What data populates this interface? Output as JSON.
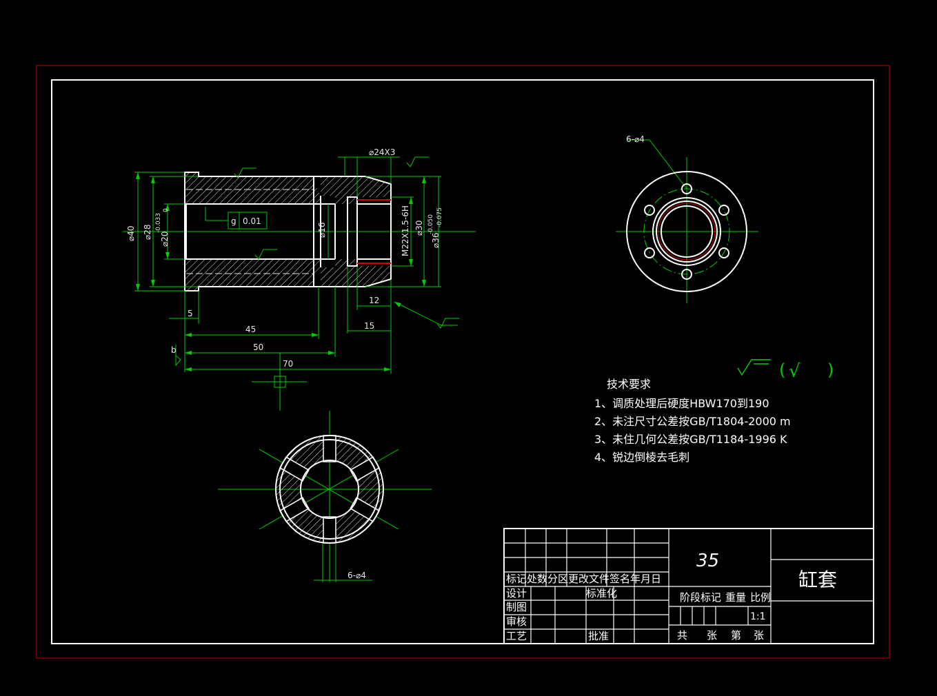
{
  "dimensions": {
    "d40": "⌀40",
    "d28": "⌀28",
    "d20": "⌀20",
    "d20_tol_upper": "-0.033",
    "d20_tol_lower": "0",
    "d16": "⌀16",
    "thread": "M22X1.5-6H",
    "d30": "⌀30",
    "d36": "⌀36",
    "d36_tol_upper": "-0.050",
    "d36_tol_lower": "-0.075",
    "chamfer": "⌀24X3",
    "len_5": "5",
    "len_45": "45",
    "len_50": "50",
    "len_70": "70",
    "len_12": "12",
    "len_15": "15",
    "tolerance_sym": "g",
    "tolerance_val": "0.01",
    "datum": "b",
    "holes_top": "6-⌀4",
    "holes_bottom": "6-⌀4"
  },
  "surface_note": {
    "symbol_paren_open": "(",
    "symbol_check": "√",
    "symbol_paren_close": ")"
  },
  "requirements": {
    "title": "技术要求",
    "items": [
      "1、调质处理后硬度HBW170到190",
      "2、未注尺寸公差按GB/T1804-2000 m",
      "3、未住几何公差按GB/T1184-1996 K",
      "4、锐边倒棱去毛刺"
    ]
  },
  "title_block": {
    "material": "35",
    "part_name": "缸套",
    "header_row": "标记处数分区更改文件签名年月日",
    "design": "设计",
    "standardize": "标准化",
    "draw": "制图",
    "review": "审核",
    "process": "工艺",
    "approve": "批准",
    "stage_mark": "阶段标记",
    "weight": "重量",
    "scale_label": "比例",
    "scale_value": "1:1",
    "total_sheets": "共",
    "sheets_1": "张",
    "sheet_no": "第",
    "sheets_2": "张"
  },
  "colors": {
    "background": "#000000",
    "outline": "#ffffff",
    "dimension": "#00cc00",
    "frame_outer": "#cc0000",
    "thread_red": "#cc0000"
  }
}
